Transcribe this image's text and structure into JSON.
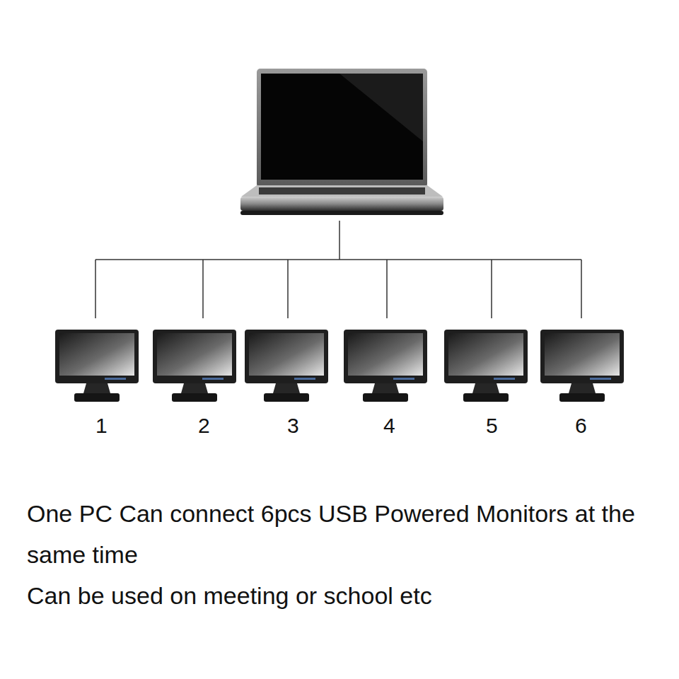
{
  "diagram": {
    "labels": [
      "1",
      "2",
      "3",
      "4",
      "5",
      "6",
      "One PC Can connect 6pcs USB Powered Monitors at the same time",
      "Can be used on meeting or school etc"
    ]
  }
}
